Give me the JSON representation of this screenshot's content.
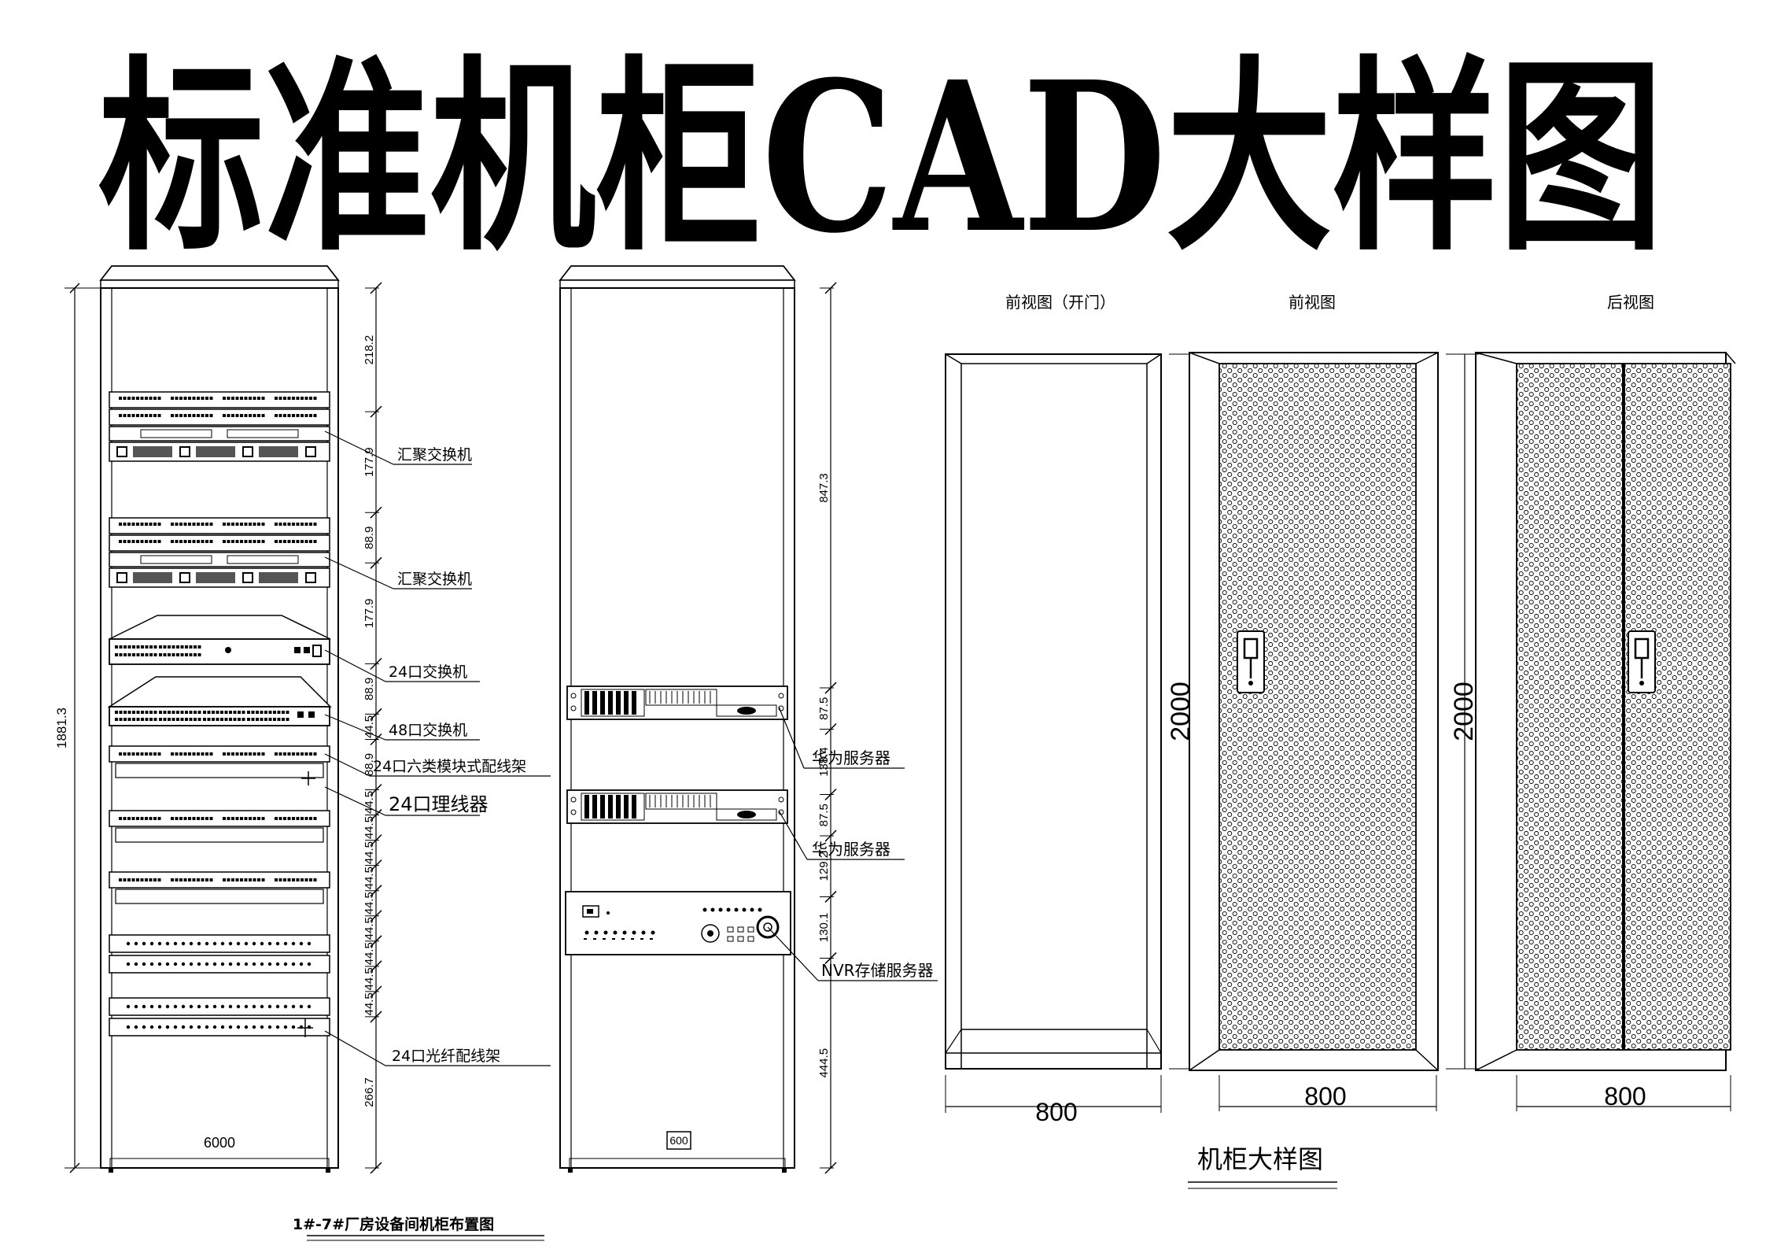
{
  "title": "标准机柜CAD大样图",
  "left_cabinet": {
    "labels": {
      "agg_switch_1": "汇聚交换机",
      "agg_switch_2": "汇聚交换机",
      "switch_24": "24口交换机",
      "switch_48": "48口交换机",
      "patch_panel": "24口六类模块式配线架",
      "cable_manager": "24口理线器",
      "fiber_panel": "24口光纤配线架"
    },
    "total_height": "1881.3",
    "width_label": "6000",
    "dims": [
      "218.2",
      "177.9",
      "88.9",
      "177.9",
      "88.9",
      "44.5",
      "88.9",
      "44.5",
      "44.5",
      "44.5",
      "44.5",
      "44.5",
      "44.5",
      "44.5",
      "44.5",
      "44.5",
      "266.7"
    ],
    "caption": "1#-7#厂房设备间机柜布置图"
  },
  "middle_cabinet": {
    "labels": {
      "server_1": "华为服务器",
      "server_2": "华为服务器",
      "nvr": "NVR存储服务器"
    },
    "dims": [
      "847.3",
      "87.5",
      "138.4",
      "87.5",
      "129.2",
      "130.1",
      "444.5"
    ],
    "width_label": "600"
  },
  "detail": {
    "view_open": "前视图（开门）",
    "view_front": "前视图",
    "view_rear": "后视图",
    "height": "2000",
    "width": "800",
    "caption": "机柜大样图"
  },
  "colors": {
    "line": "#000000",
    "background": "#ffffff"
  }
}
